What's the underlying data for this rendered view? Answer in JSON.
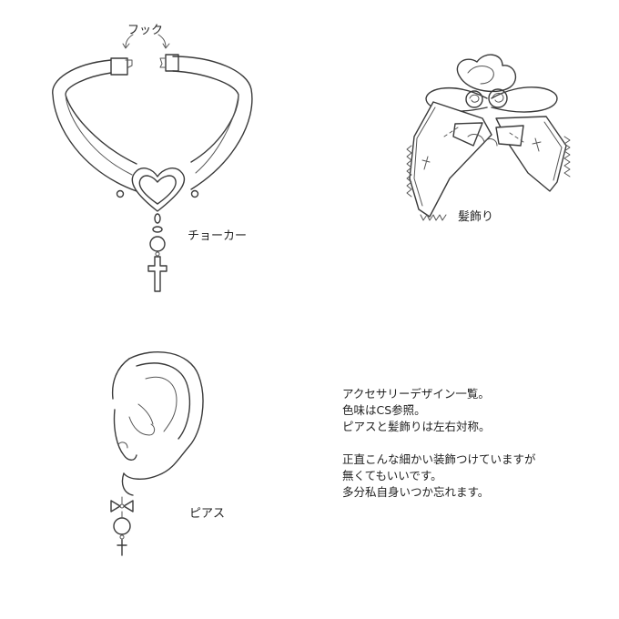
{
  "labels": {
    "hook": "フック",
    "choker": "チョーカー",
    "hair_ornament": "髪飾り",
    "earring": "ピアス"
  },
  "notes": {
    "line1": "アクセサリーデザイン一覧。",
    "line2": "色味はCS参照。",
    "line3": "ピアスと髪飾りは左右対称。",
    "line4": "正直こんな細かい装飾つけていますが",
    "line5": "無くてもいいです。",
    "line6": "多分私自身いつか忘れます。"
  }
}
